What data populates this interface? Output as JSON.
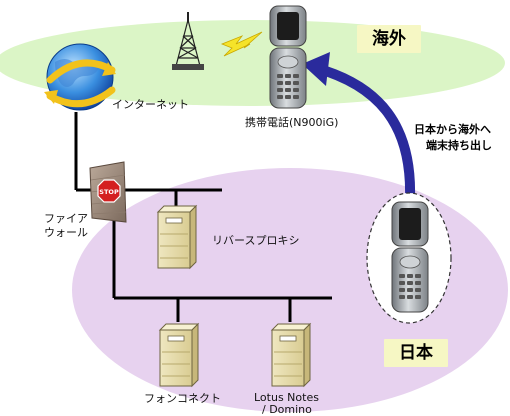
{
  "regions": {
    "overseas": "海外",
    "japan": "日本"
  },
  "nodes": {
    "internet": "インターネット",
    "firewall_line1": "ファイア",
    "firewall_line2": "ウォール",
    "reverse_proxy": "リバースプロキシ",
    "phone_connect": "フォンコネクト",
    "lotus_line1": "Lotus Notes",
    "lotus_line2": "/ Domino",
    "phone_overseas": "携帯電話(N900iG)",
    "stop_sign": "STOP"
  },
  "annotation": {
    "line1": "日本から海外へ",
    "line2": "端末持ち出し"
  },
  "colors": {
    "overseas_region": "#dbf5c6",
    "japan_region": "#e7d2ef",
    "region_label_bg": "#f6f7c4",
    "network_line": "#000000",
    "move_arrow": "#2a2a9c",
    "lightning": "#f5e32a"
  }
}
